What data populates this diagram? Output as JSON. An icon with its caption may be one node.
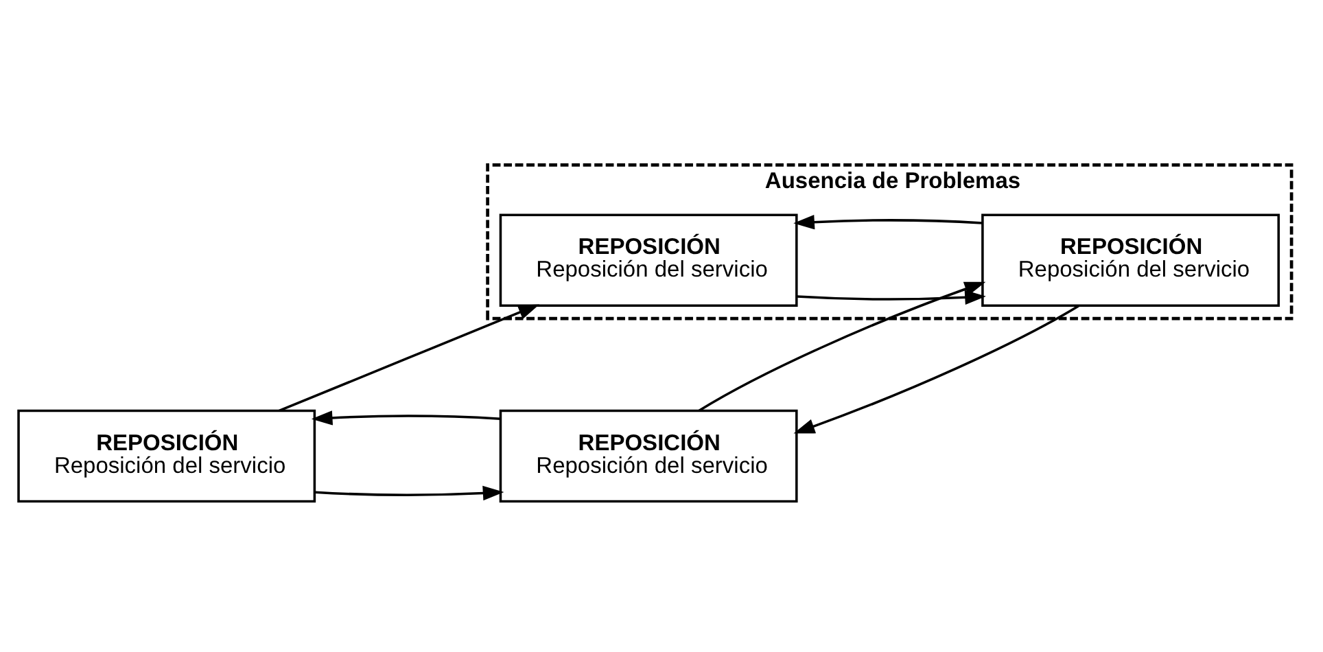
{
  "diagram": {
    "nodes": [
      {
        "text": [
          "REPOSICIÓN",
          "Reposición del servicio"
        ]
      },
      {
        "text": [
          "Ausencia de Problemas"
        ]
      },
      {
        "text": [
          "REPOSICIÓN",
          "Reposición del servicio"
        ],
        "in": 1
      },
      {
        "text": [
          "REPOSICIÓN",
          "Reposición del servicio"
        ]
      },
      {
        "text": [
          "REPOSICIÓN",
          "Reposición del servicio"
        ],
        "in": 1
      }
    ],
    "edges": [
      {
        "from": 0,
        "to": 2,
        "arrow": "to"
      },
      {
        "from": 0,
        "to": 3,
        "arrow": "to"
      },
      {
        "from": 3,
        "to": 0,
        "arrow": "to"
      },
      {
        "from": 2,
        "to": 4,
        "arrow": "to"
      },
      {
        "from": 4,
        "to": 2,
        "arrow": "to"
      },
      {
        "from": 3,
        "to": 4,
        "arrow": "to"
      },
      {
        "from": 4,
        "to": 3,
        "arrow": "to"
      }
    ]
  }
}
